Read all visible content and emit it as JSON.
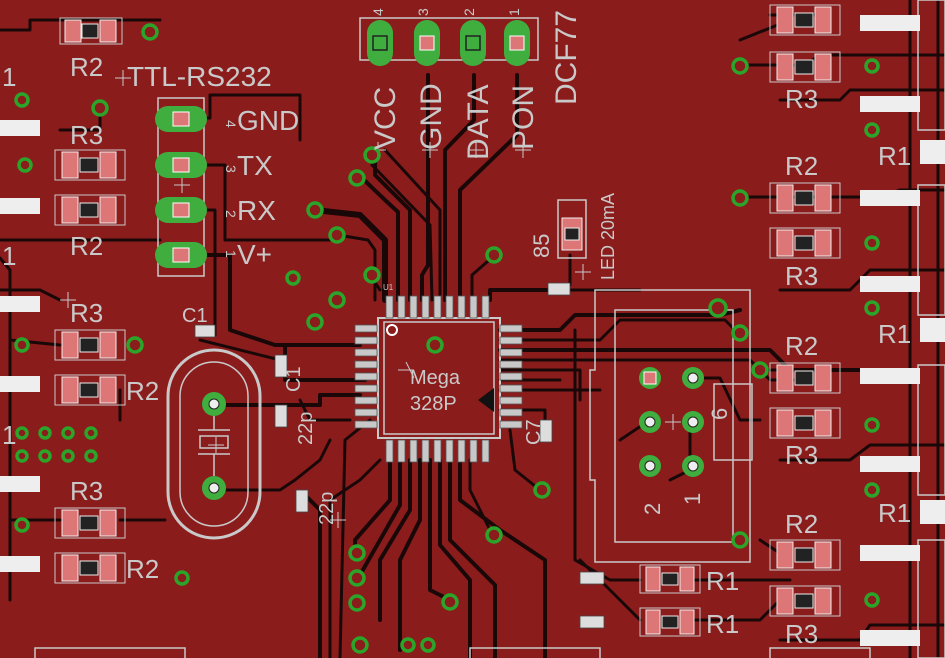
{
  "colors": {
    "board": "#8b1c1c",
    "trace": "#1a0808",
    "silk": "#c9c9c9",
    "pad": "#ffffff",
    "via": "#2aa52a",
    "header_pad": "#3fae3f"
  },
  "labels": {
    "ttl_rs232": "TTL-RS232",
    "gnd": "GND",
    "tx": "TX",
    "rx": "RX",
    "vplus": "V+",
    "vcc": "VCC",
    "gnd_top": "GND",
    "data": "DATA",
    "pon": "PON",
    "dcf": "DCF77",
    "led": "LED 20mA",
    "r85": "85",
    "mega": "Mega",
    "p328": "328P",
    "c1": "C1",
    "c1b": "C1",
    "c7": "C7",
    "p22a": "22p",
    "p22b": "22p",
    "n6": "6",
    "n2": "2",
    "n1": "1",
    "u1": "U1"
  },
  "pin_numbers": {
    "left": [
      "4",
      "3",
      "2",
      "1"
    ],
    "top": [
      "4",
      "3",
      "2",
      "1"
    ]
  },
  "resistor_labels": [
    {
      "id": "r2-top-left",
      "text": "R2"
    },
    {
      "id": "r3-left-1",
      "text": "R3"
    },
    {
      "id": "r2-left-1",
      "text": "R2"
    },
    {
      "id": "r3-left-2",
      "text": "R3"
    },
    {
      "id": "r2-left-2",
      "text": "R2"
    },
    {
      "id": "r3-left-3",
      "text": "R3"
    },
    {
      "id": "r2-left-3",
      "text": "R2"
    },
    {
      "id": "r3-right-1",
      "text": "R3"
    },
    {
      "id": "r2-right-1",
      "text": "R2"
    },
    {
      "id": "r3-right-2",
      "text": "R3"
    },
    {
      "id": "r2-right-2",
      "text": "R2"
    },
    {
      "id": "r3-right-3",
      "text": "R3"
    },
    {
      "id": "r2-right-3",
      "text": "R2"
    },
    {
      "id": "r3-right-4",
      "text": "R3"
    },
    {
      "id": "r1-bottom-1",
      "text": "R1"
    },
    {
      "id": "r1-bottom-2",
      "text": "R1"
    },
    {
      "id": "r1-edge-1",
      "text": "R1"
    },
    {
      "id": "r1-edge-2",
      "text": "R1"
    },
    {
      "id": "r1-edge-3",
      "text": "R1"
    },
    {
      "id": "one-edge-1",
      "text": "1"
    },
    {
      "id": "one-edge-2",
      "text": "1"
    },
    {
      "id": "one-edge-3",
      "text": "1"
    }
  ]
}
